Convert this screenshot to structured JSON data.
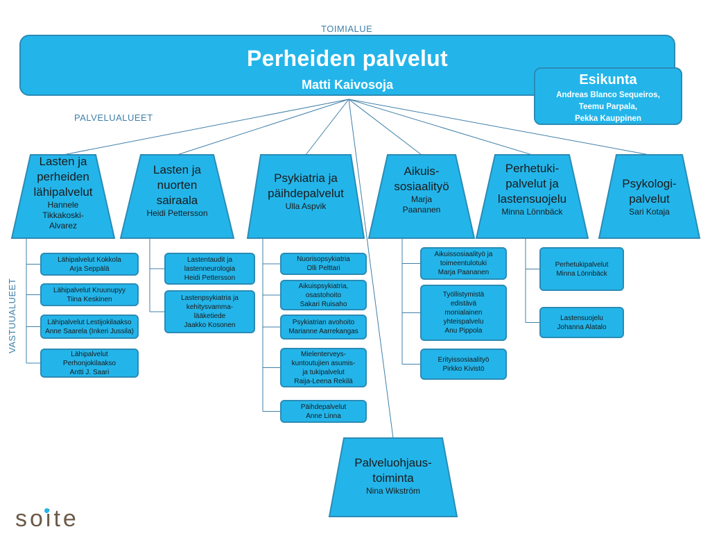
{
  "labels": {
    "toimialue": "TOIMIALUE",
    "palvelualueet": "PALVELUALUEET",
    "vastuualueet": "VASTUUALUEET"
  },
  "top": {
    "title": "Perheiden palvelut",
    "subtitle": "Matti Kaivosoja"
  },
  "esikunta": {
    "title": "Esikunta",
    "names": [
      "Andreas Blanco Sequeiros,",
      "Teemu Parpala,",
      "Pekka Kauppinen"
    ]
  },
  "areas": [
    {
      "title": [
        "Lasten ja",
        "perheiden",
        "lähipalvelut"
      ],
      "person": [
        "Hannele",
        "Tikkakoski-",
        "Alvarez"
      ],
      "units": [
        "Lähipalvelut Kokkola\nArja Seppälä",
        "Lähipalvelut Kruunupyy\nTiina Keskinen",
        "Lähipalvelut Lestijokilaakso\nAnne Saarela (Inkeri Jussila)",
        "Lähipalvelut\nPerhonjokilaakso\nAntti J. Saari"
      ]
    },
    {
      "title": [
        "Lasten ja",
        "nuorten",
        "sairaala"
      ],
      "person": [
        "Heidi Pettersson"
      ],
      "units": [
        "Lastentaudit ja\nlastenneurologia\nHeidi Pettersson",
        "Lastenpsykiatria ja\nkehitysvamma-\nlääketiede\nJaakko Kosonen"
      ]
    },
    {
      "title": [
        "Psykiatria ja",
        "päihdepalvelut"
      ],
      "person": [
        "Ulla Aspvik"
      ],
      "units": [
        "Nuorisopsykiatria\nOlli Pelttari",
        "Aikuispsykiatria,\nosastohoito\nSakari Ruisaho",
        "Psykiatrian avohoito\nMarianne Aarrekangas",
        "Mielenterveys-\nkuntoutujien asumis-\nja tukipalvelut\nRaija-Leena Rekilä",
        "Päihdepalvelut\nAnne Linna"
      ]
    },
    {
      "title": [
        "Aikuis-",
        "sosiaalityö"
      ],
      "person": [
        "Marja",
        "Paananen"
      ],
      "units": [
        "Aikuissosiaalityö ja\ntoimeentulotuki\nMarja Paananen",
        "Työllistymistä\nedistävä\nmonialainen\nyhteispalvelu\nAnu Pippola",
        "Erityissosiaalityö\nPirkko Kivistö"
      ]
    },
    {
      "title": [
        "Perhetuki-",
        "palvelut ja",
        "lastensuojelu"
      ],
      "person": [
        "Minna Lönnbäck"
      ],
      "units": [
        "Perhetukipalvelut\nMinna Lönnbäck",
        "Lastensuojelu\nJohanna Alatalo"
      ]
    },
    {
      "title": [
        "Psykologi-",
        "palvelut"
      ],
      "person": [
        "Sari Kotaja"
      ],
      "units": []
    }
  ],
  "guidance": {
    "title": [
      "Palveluohjaus-",
      "toiminta"
    ],
    "person": [
      "Nina Wikström"
    ]
  },
  "logo": "soite",
  "colors": {
    "box_fill": "#23b5ea",
    "box_border": "#2a8bb5",
    "line": "#3f7fa8"
  }
}
